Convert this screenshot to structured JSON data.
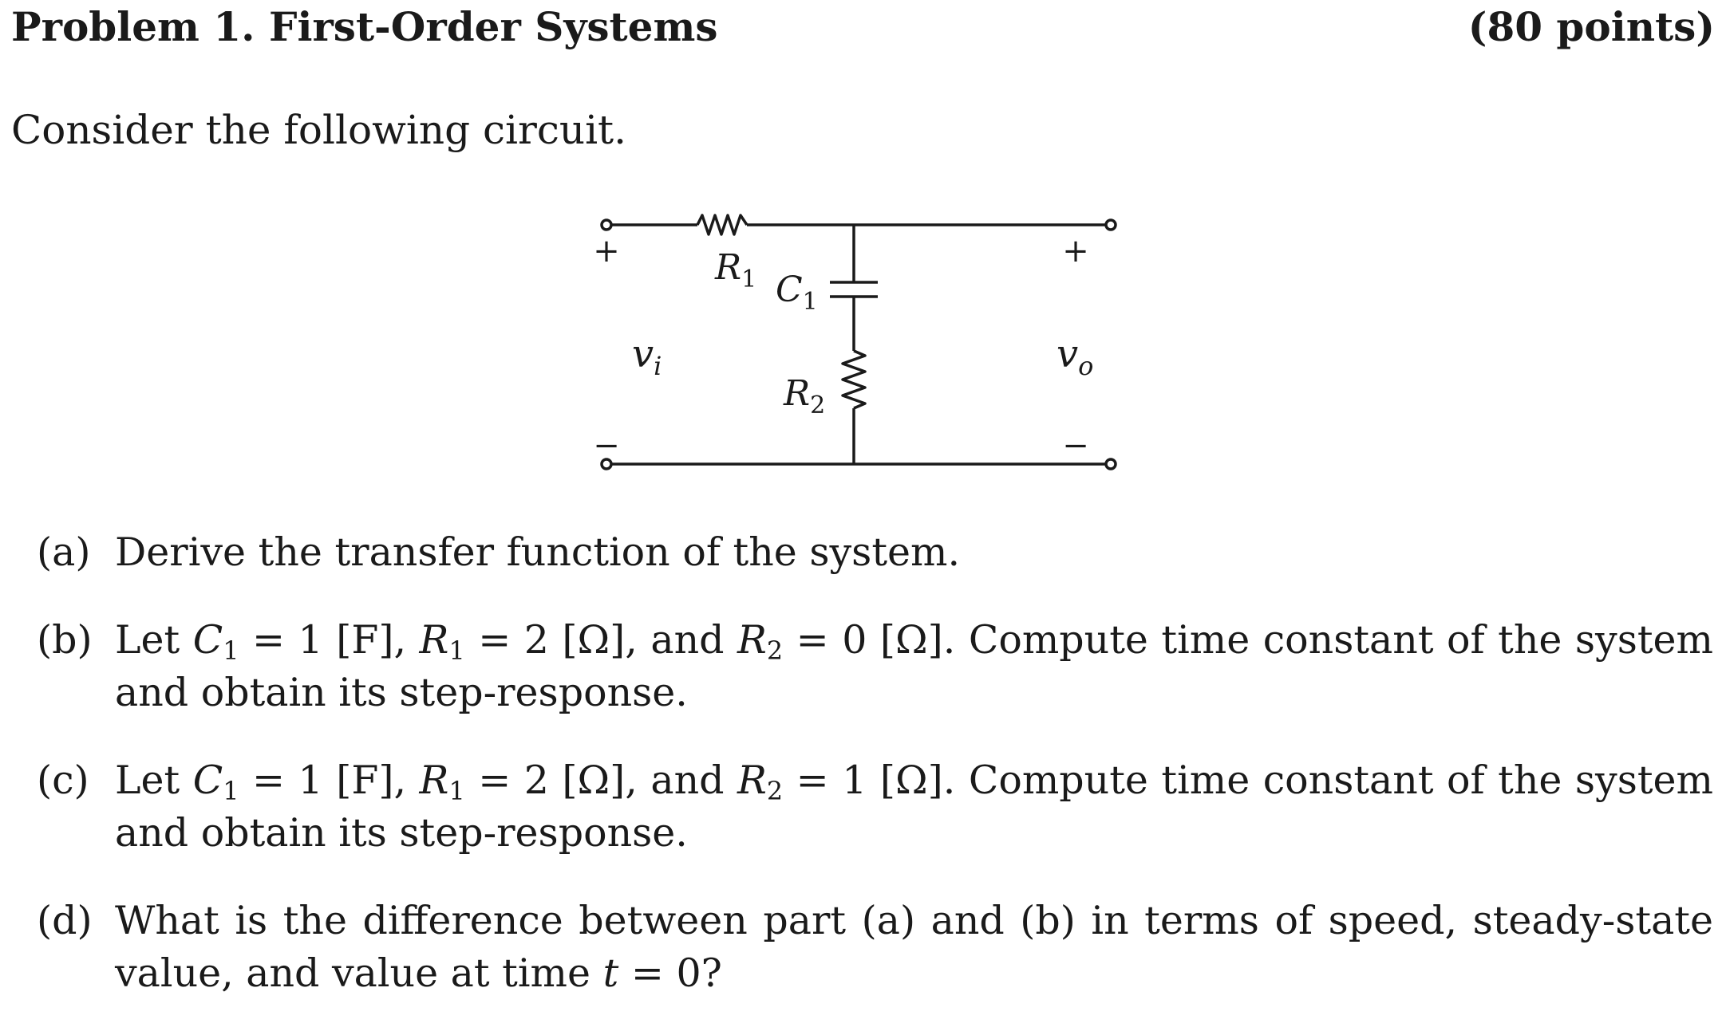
{
  "header": {
    "title": "Problem 1. First-Order Systems",
    "points": "(80 points)"
  },
  "intro": "Consider the following circuit.",
  "circuit": {
    "input_plus": "+",
    "input_minus": "−",
    "input_label": "v",
    "input_sub": "i",
    "output_plus": "+",
    "output_minus": "−",
    "output_label": "v",
    "output_sub": "o",
    "r1_label": "R",
    "r1_sub": "1",
    "c1_label": "C",
    "c1_sub": "1",
    "r2_label": "R",
    "r2_sub": "2"
  },
  "questions": [
    {
      "label": "(a)",
      "text": "Derive the transfer function of the system."
    },
    {
      "label": "(b)",
      "segments": {
        "let": "Let ",
        "c": "C",
        "c_sub": "1",
        "c_val": " = 1 [F], ",
        "r1": "R",
        "r1_sub": "1",
        "r1_val": " = 2 [Ω], and ",
        "r2": "R",
        "r2_sub": "2",
        "r2_val": " = 0 [Ω]. Compute time constant of the system and obtain its step-response."
      }
    },
    {
      "label": "(c)",
      "segments": {
        "let": "Let ",
        "c": "C",
        "c_sub": "1",
        "c_val": " = 1 [F], ",
        "r1": "R",
        "r1_sub": "1",
        "r1_val": " = 2 [Ω], and ",
        "r2": "R",
        "r2_sub": "2",
        "r2_val": " = 1 [Ω]. Compute time constant of the system and obtain its step-response."
      }
    },
    {
      "label": "(d)",
      "segments": {
        "text": "What is the difference between part (a) and (b) in terms of speed, steady-state value, and value at time ",
        "t": "t",
        "tail": " = 0?"
      }
    }
  ]
}
